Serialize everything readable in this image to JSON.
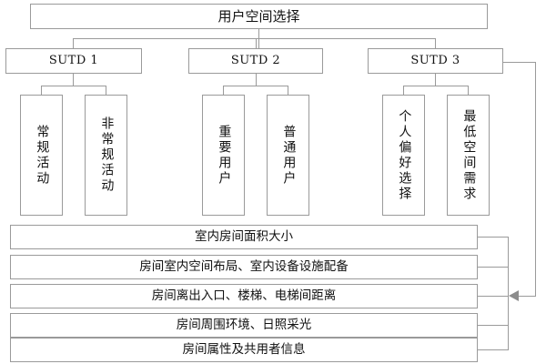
{
  "diagram": {
    "type": "tree-hierarchy-diagram",
    "title": "用户空间选择",
    "line_color": "#9a9a9a",
    "box_fill": "#ffffff",
    "text_color": "#111111",
    "root": {
      "label": "用户空间选择"
    },
    "groups": [
      {
        "id": "sutd-1",
        "label": "SUTD 1",
        "children": [
          {
            "id": "leaf-1",
            "label": "常规活动"
          },
          {
            "id": "leaf-2",
            "label": "非常规活动"
          }
        ]
      },
      {
        "id": "sutd-2",
        "label": "SUTD 2",
        "children": [
          {
            "id": "leaf-3",
            "label": "重要用户"
          },
          {
            "id": "leaf-4",
            "label": "普通用户"
          }
        ]
      },
      {
        "id": "sutd-3",
        "label": "SUTD 3",
        "children": [
          {
            "id": "leaf-5",
            "label": "个人偏好选择"
          },
          {
            "id": "leaf-6",
            "label": "最低空间需求"
          }
        ]
      }
    ],
    "attributes": [
      {
        "id": "attr-0",
        "label": "室内房间面积大小"
      },
      {
        "id": "attr-1",
        "label": "房间室内空间布局、室内设备设施配备"
      },
      {
        "id": "attr-2",
        "label": "房间离出入口、楼梯、电梯间距离"
      },
      {
        "id": "attr-3",
        "label": "房间周围环境、日照采光"
      },
      {
        "id": "attr-4",
        "label": "房间属性及共用者信息"
      }
    ],
    "connectors": {
      "feedback_arrow_direction": "left",
      "feedback_source": "SUTD 3",
      "feedback_target": "attribute-bus"
    }
  }
}
